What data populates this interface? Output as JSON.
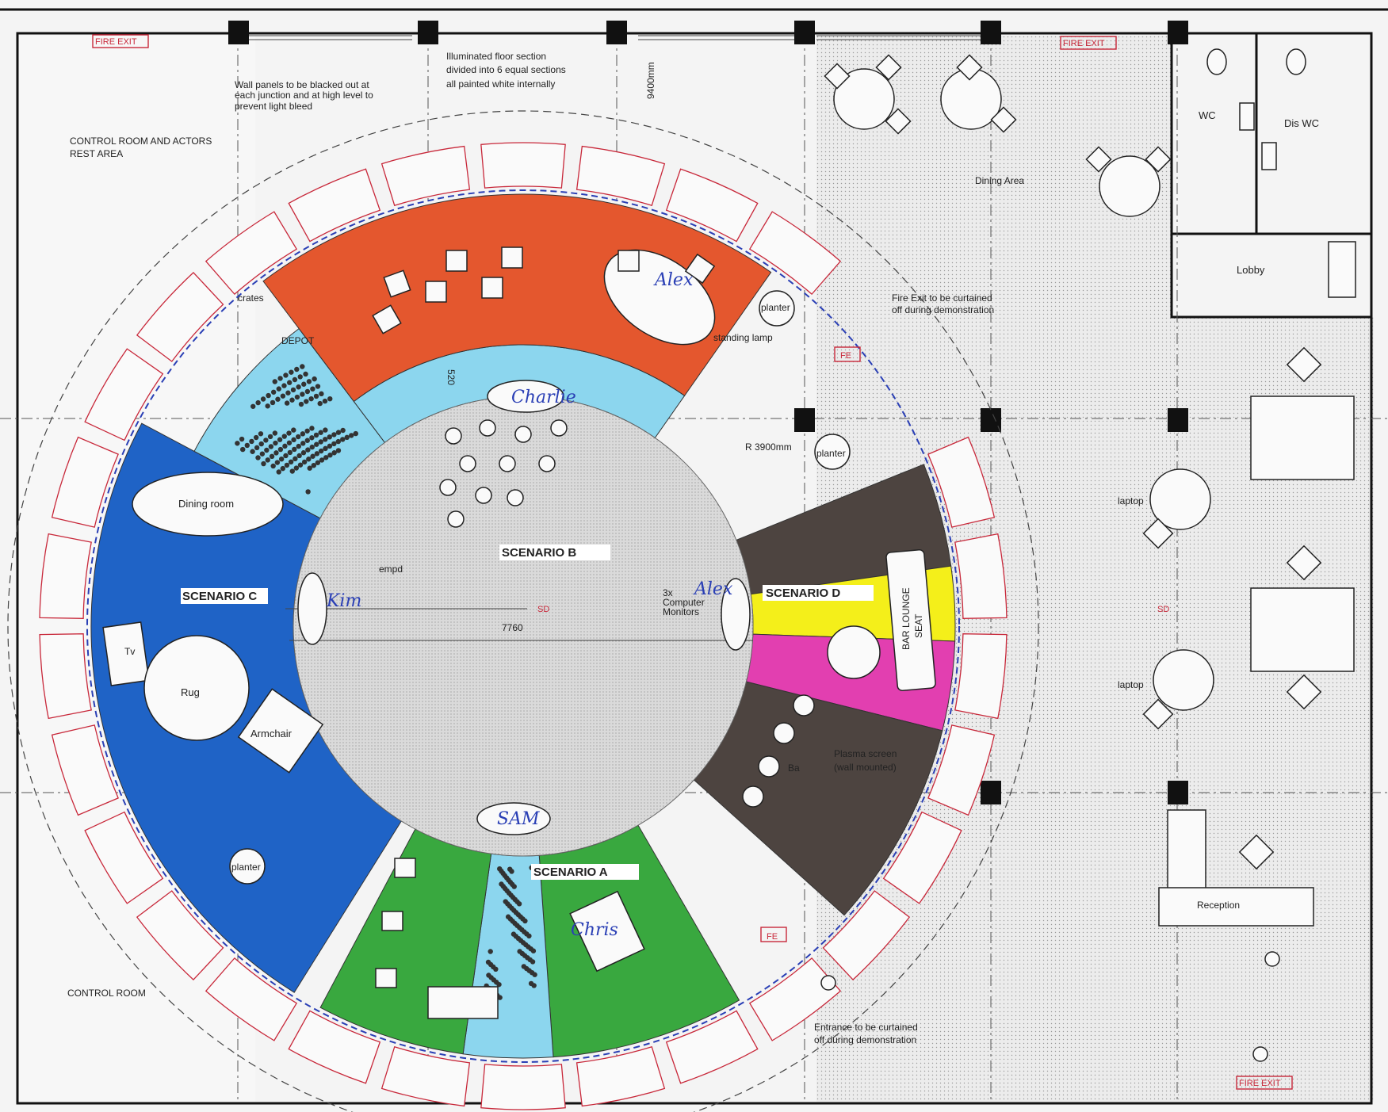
{
  "colors": {
    "scenario_a": "#39a83f",
    "scenario_b": "#dcdcdc",
    "scenario_c": "#1f63c6",
    "scenario_d_yellow": "#f4ef1a",
    "scenario_d_magenta": "#e23fb0",
    "scenario_d_brown": "#4d4440",
    "orange_sector": "#e4572e",
    "light_blue_sector": "#8cd6ee",
    "handwriting": "#2a3fb5",
    "red_markup": "#c8283a"
  },
  "icons": {
    "table": "round-table-icon",
    "chair": "chair-icon",
    "person": "person-figure-icon",
    "column": "structural-column-icon"
  },
  "labels": {
    "fire_exit_top_left": "FIRE EXIT",
    "fire_exit_top_right": "FIRE EXIT",
    "fire_exit_bottom_right": "FIRE EXIT",
    "wall_panels_note": [
      "Wall panels to be blacked out at",
      "each junction and at high level to",
      "prevent light bleed"
    ],
    "illuminated_note": [
      "Illuminated floor section",
      "divided into 6 equal sections",
      "all painted white internally"
    ],
    "dim_top": "9400mm",
    "control_rest": [
      "CONTROL ROOM AND ACTORS",
      "REST AREA"
    ],
    "control_room": "CONTROL ROOM",
    "dining_area": "Dining Area",
    "wc": "WC",
    "dis_wc": "Dis WC",
    "lobby": "Lobby",
    "fire_exit_curtain_note": [
      "Fire Exit to be curtained",
      "off during demonstration"
    ],
    "fe": "FE",
    "radius": "R 3900mm",
    "crates": "crates",
    "depot": "DEPOT",
    "dining_room": "Dining room",
    "scenario_c": "SCENARIO C",
    "scenario_b": "SCENARIO B",
    "scenario_a": "SCENARIO A",
    "scenario_d": "SCENARIO D",
    "tv": "Tv",
    "rug": "Rug",
    "armchair": "Armchair",
    "planter": "planter",
    "standing_lamp": "standing lamp",
    "laptop": "laptop",
    "reception": "Reception",
    "bar_lounge_seat": [
      "BAR LOUNGE",
      "SEAT"
    ],
    "computer_monitors": [
      "3x",
      "Computer",
      "Monitors"
    ],
    "plasma": [
      "Plasma screen",
      "(wall mounted)"
    ],
    "bar": "Ba",
    "empd": "empd",
    "span": "7760",
    "sd": "SD",
    "dim_520": "520",
    "entrance_note": [
      "Entrance to be curtained",
      "off during demonstration"
    ]
  },
  "handwritten": {
    "alex_top": "Alex",
    "charlie": "Charlie",
    "kim": "Kim",
    "alex_mid": "Alex",
    "sam": "SAM",
    "chris": "Chris"
  }
}
